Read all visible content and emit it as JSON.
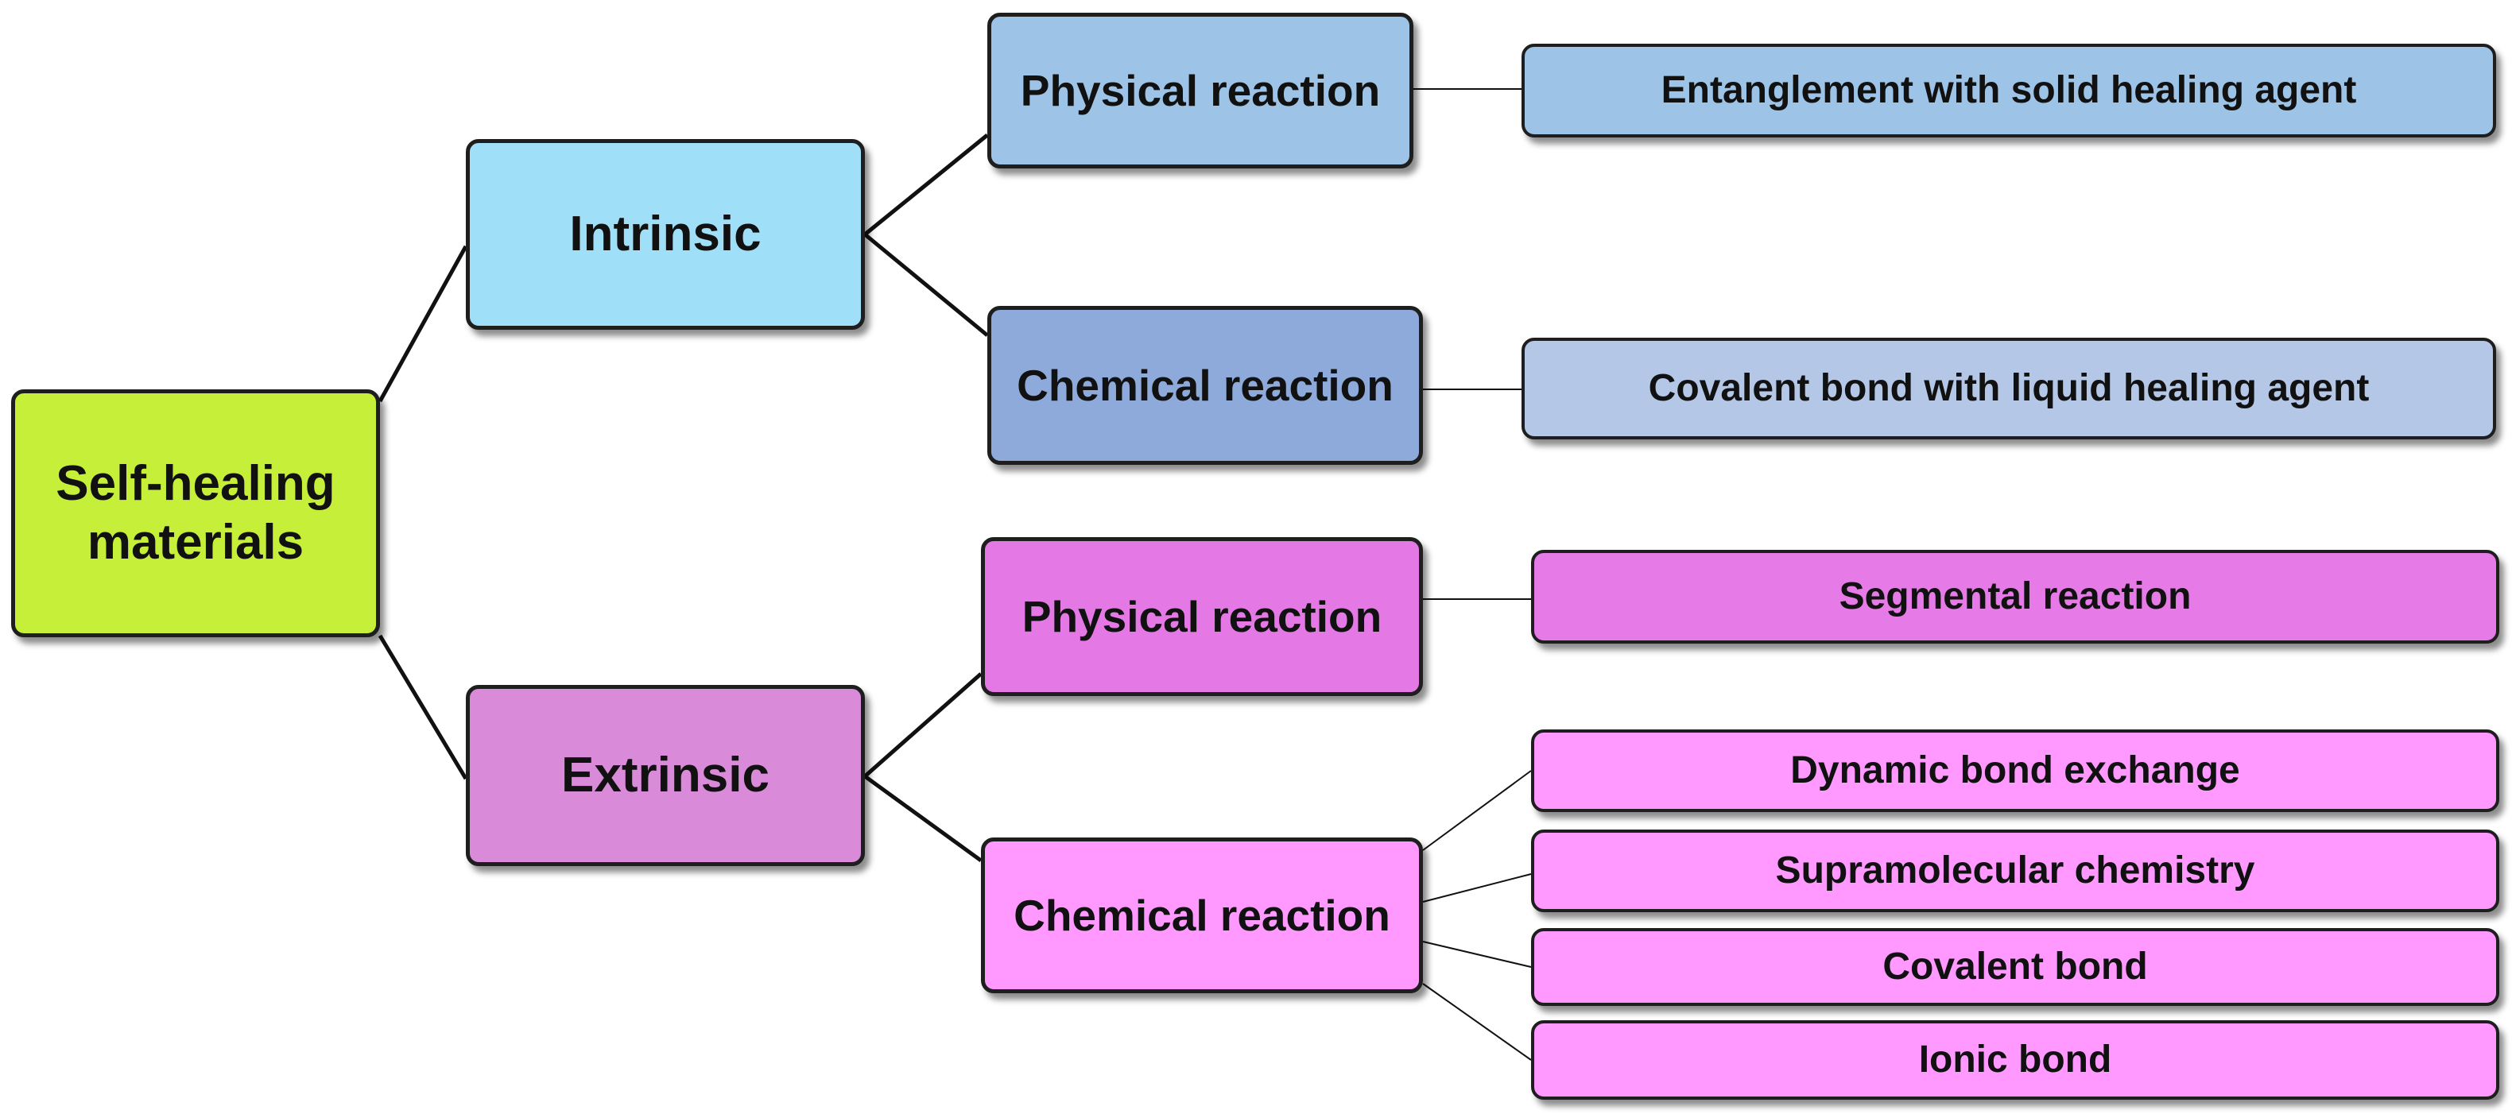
{
  "colors": {
    "root": "#c6ef3a",
    "intrinsic": "#9fdff8",
    "intrinsic_physical": "#9dc3e6",
    "intrinsic_chemical": "#8eaadb",
    "leaf_entanglement": "#9dc3e6",
    "leaf_covalent_liquid": "#b4c7e7",
    "extrinsic": "#d98ad8",
    "extrinsic_physical": "#e479e6",
    "extrinsic_chemical": "#ff99ff",
    "leaf_segmental": "#e67ae6",
    "leaf_extrinsic_chemical": "#ff99ff"
  },
  "root": {
    "label": "Self-healing materials"
  },
  "intrinsic": {
    "label": "Intrinsic",
    "physical": {
      "label": "Physical reaction",
      "leaf": "Entanglement with solid healing agent"
    },
    "chemical": {
      "label": "Chemical reaction",
      "leaf": "Covalent bond with liquid healing agent"
    }
  },
  "extrinsic": {
    "label": "Extrinsic",
    "physical": {
      "label": "Physical reaction",
      "leaf": "Segmental reaction"
    },
    "chemical": {
      "label": "Chemical reaction",
      "leaves": [
        "Dynamic bond exchange",
        "Supramolecular chemistry",
        "Covalent bond",
        "Ionic bond"
      ]
    }
  }
}
